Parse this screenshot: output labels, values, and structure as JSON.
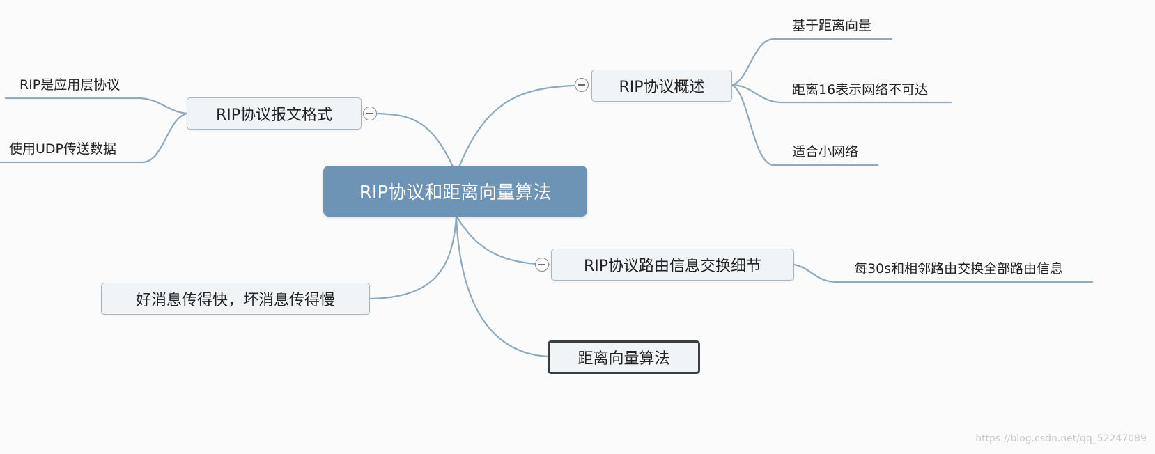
{
  "central": {
    "label": "RIP协议和距离向量算法"
  },
  "branches": {
    "overview": {
      "label": "RIP协议概述",
      "children": [
        "基于距离向量",
        "距离16表示网络不可达",
        "适合小网络"
      ]
    },
    "format": {
      "label": "RIP协议报文格式",
      "children": [
        "RIP是应用层协议",
        "使用UDP传送数据"
      ]
    },
    "exchange": {
      "label": "RIP协议路由信息交换细节",
      "children": [
        "每30s和相邻路由交换全部路由信息"
      ]
    },
    "news": {
      "label": "好消息传得快，坏消息传得慢"
    },
    "algorithm": {
      "label": "距离向量算法"
    }
  },
  "watermark": "https://blog.csdn.net/qq_52247089",
  "colors": {
    "central_fill": "#6d94b4",
    "connector": "#8fa9bd",
    "topic_fill": "#f1f4f7",
    "topic_border": "#a7b6c3",
    "selected_border": "#3a3d41"
  },
  "icons": {
    "collapse": "collapse-minus-icon"
  }
}
